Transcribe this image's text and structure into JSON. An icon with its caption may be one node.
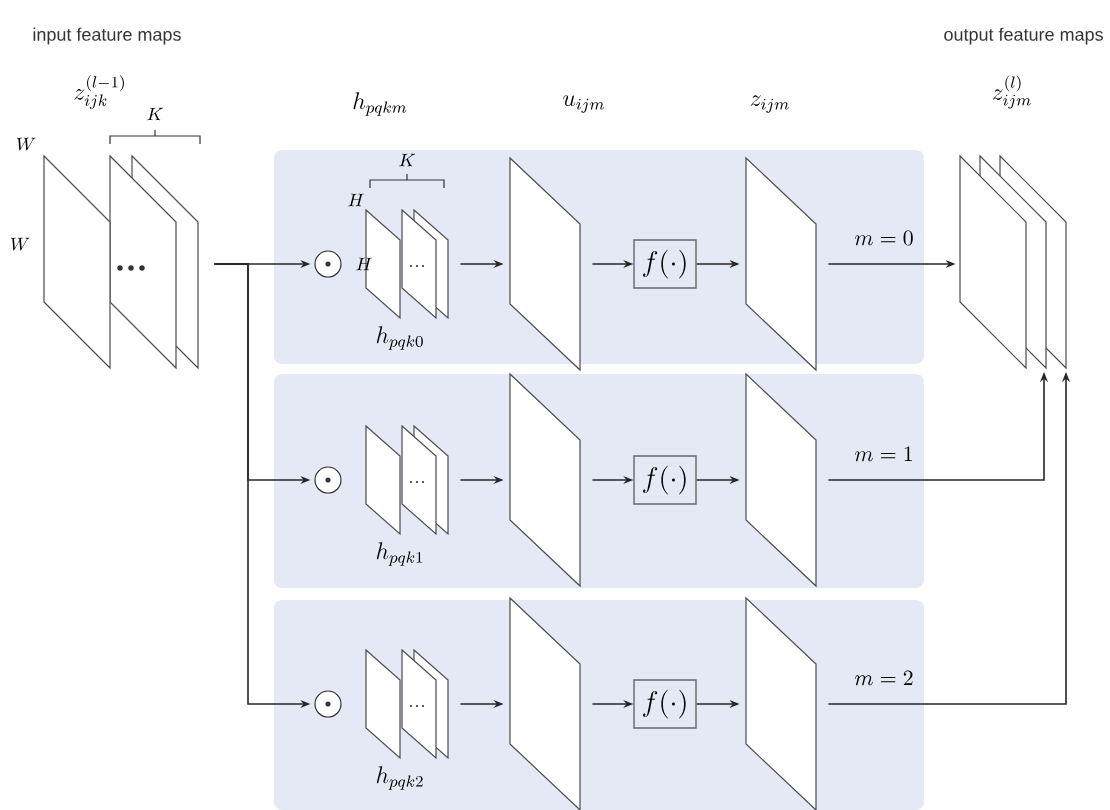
{
  "diagram": {
    "nodes": [
      {
        "text": [
          "z_{ijk}^{(l-1)}"
        ]
      },
      {
        "text": [],
        "shape": "box"
      },
      {
        "text": [],
        "shape": "circle",
        "in": 1
      },
      {
        "text": [
          "h_{pqk0}"
        ],
        "in": 1
      },
      {
        "text": [],
        "shape": "parallelogram",
        "in": 1
      },
      {
        "text": [
          "f(\\cdot)"
        ],
        "in": 1
      },
      {
        "text": [],
        "shape": "parallelogram",
        "in": 1
      },
      {
        "text": [],
        "shape": "box"
      },
      {
        "text": [],
        "shape": "circle",
        "in": 7
      },
      {
        "text": [
          "h_{pqk1}"
        ],
        "in": 7
      },
      {
        "text": [],
        "shape": "parallelogram",
        "in": 7
      },
      {
        "text": [
          "f(\\cdot)"
        ],
        "in": 7
      },
      {
        "text": [],
        "shape": "parallelogram",
        "in": 7
      },
      {
        "text": [],
        "shape": "box"
      },
      {
        "text": [],
        "shape": "circle",
        "in": 13
      },
      {
        "text": [
          "h_{pqk2}"
        ],
        "in": 13
      },
      {
        "text": [],
        "shape": "parallelogram",
        "in": 13
      },
      {
        "text": [
          "f(\\cdot)"
        ],
        "in": 13
      },
      {
        "text": [],
        "shape": "parallelogram",
        "in": 13
      },
      {
        "text": [
          "z_{ijm}^{(l)}"
        ]
      }
    ],
    "edges": [
      {
        "from": 0,
        "to": 2,
        "arrow": "to"
      },
      {
        "from": 0,
        "to": 8,
        "arrow": "to"
      },
      {
        "from": 0,
        "to": 14,
        "arrow": "to"
      },
      {
        "from": 3,
        "to": 4,
        "arrow": "to"
      },
      {
        "from": 4,
        "to": 5,
        "arrow": "to"
      },
      {
        "from": 5,
        "to": 6,
        "arrow": "to"
      },
      {
        "from": 6,
        "to": 19,
        "arrow": "to",
        "label": "m=0"
      },
      {
        "from": 9,
        "to": 10,
        "arrow": "to"
      },
      {
        "from": 10,
        "to": 11,
        "arrow": "to"
      },
      {
        "from": 11,
        "to": 12,
        "arrow": "to"
      },
      {
        "from": 12,
        "to": 19,
        "arrow": "to",
        "label": "m=1"
      },
      {
        "from": 15,
        "to": 16,
        "arrow": "to"
      },
      {
        "from": 16,
        "to": 17,
        "arrow": "to"
      },
      {
        "from": 17,
        "to": 18,
        "arrow": "to"
      },
      {
        "from": 18,
        "to": 19,
        "arrow": "to",
        "label": "m=2"
      }
    ],
    "labels": [
      "input feature maps",
      "output feature maps",
      "h_{pqkm}",
      "u_{ijm}",
      "z_{ijm}",
      "K",
      "W",
      "W",
      "K",
      "H",
      "H"
    ]
  }
}
